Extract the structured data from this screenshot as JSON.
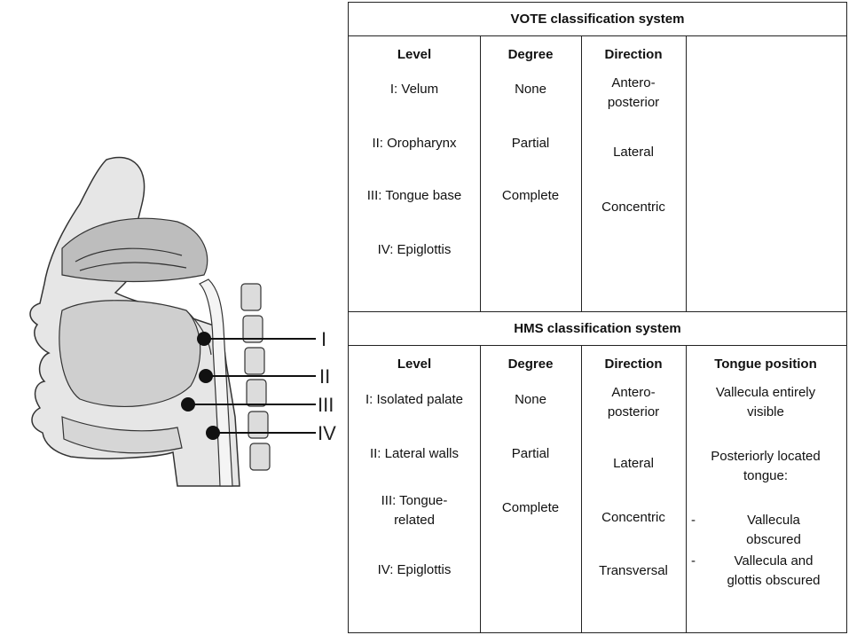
{
  "anatomy": {
    "markers": [
      "I",
      "II",
      "III",
      "IV"
    ]
  },
  "vote": {
    "title": "VOTE classification system",
    "headers": {
      "level": "Level",
      "degree": "Degree",
      "direction": "Direction"
    },
    "levels": [
      "I: Velum",
      "II: Oropharynx",
      "III: Tongue base",
      "IV: Epiglottis"
    ],
    "degrees": [
      "None",
      "Partial",
      "Complete"
    ],
    "directions": [
      "Antero-\nposterior",
      "Lateral",
      "Concentric"
    ]
  },
  "hms": {
    "title": "HMS classification system",
    "headers": {
      "level": "Level",
      "degree": "Degree",
      "direction": "Direction",
      "tongue": "Tongue position"
    },
    "levels": [
      "I: Isolated palate",
      "II: Lateral walls",
      "III: Tongue-\nrelated",
      "IV: Epiglottis"
    ],
    "degrees": [
      "None",
      "Partial",
      "Complete"
    ],
    "directions": [
      "Antero-\nposterior",
      "Lateral",
      "Concentric",
      "Transversal"
    ],
    "tongue": {
      "visible": "Vallecula entirely\nvisible",
      "posterior": "Posteriorly located\ntongue:",
      "sub_items": [
        "Vallecula\nobscured",
        "Vallecula and\nglottis obscured"
      ],
      "dash": "-"
    }
  }
}
